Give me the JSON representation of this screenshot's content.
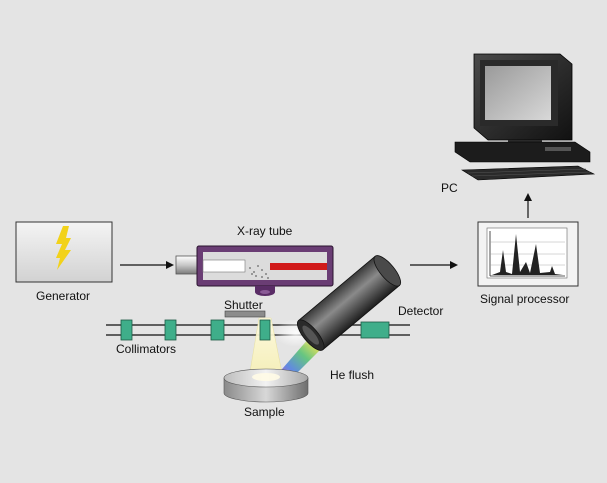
{
  "labels": {
    "generator": "Generator",
    "xray_tube": "X-ray tube",
    "shutter": "Shutter",
    "collimators": "Collimators",
    "detector": "Detector",
    "he_flush": "He flush",
    "sample": "Sample",
    "signal_processor": "Signal processor",
    "pc": "PC"
  },
  "colors": {
    "background": "#e4e4e4",
    "tube_body": "#6a3d74",
    "beam_red": "#d11a1a",
    "collimator_green": "#3fae8a",
    "lightning_yellow": "#f2d21a"
  },
  "icons": {
    "generator": "lightning-icon",
    "pc": "computer-icon",
    "signal_processor": "spectrum-icon"
  }
}
